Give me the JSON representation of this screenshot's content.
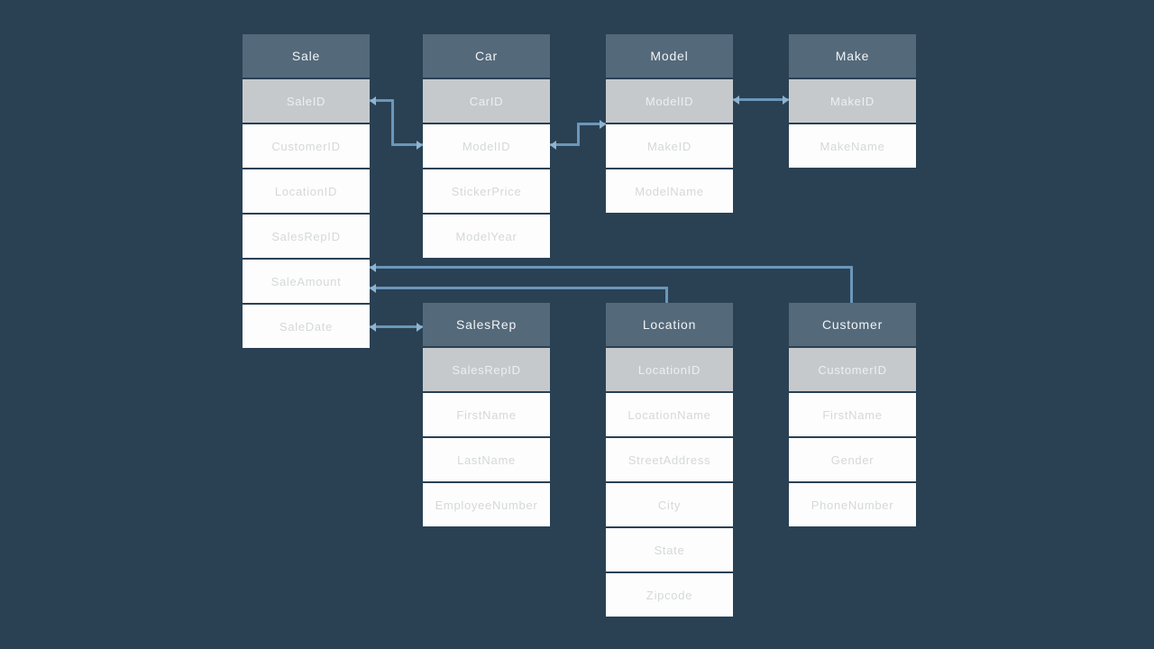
{
  "diagram_type": "entity-relationship",
  "colors": {
    "background": "#2a4154",
    "table_header_bg": "#54697a",
    "table_header_text": "#f1f4f5",
    "key_row_bg": "#c6c9cc",
    "key_row_text": "#edeff1",
    "row_bg": "#fdfdfd",
    "row_text": "#d5d8da",
    "connector_line": "#6b97b9",
    "connector_arrow": "#8fb4cf"
  },
  "diagram": {
    "tables": [
      {
        "id": "sale",
        "title": "Sale",
        "fields": [
          {
            "name": "SaleID",
            "key": true
          },
          {
            "name": "CustomerID",
            "key": false
          },
          {
            "name": "LocationID",
            "key": false
          },
          {
            "name": "SalesRepID",
            "key": false
          },
          {
            "name": "SaleAmount",
            "key": false
          },
          {
            "name": "SaleDate",
            "key": false
          }
        ]
      },
      {
        "id": "car",
        "title": "Car",
        "fields": [
          {
            "name": "CarID",
            "key": true
          },
          {
            "name": "ModelID",
            "key": false
          },
          {
            "name": "StickerPrice",
            "key": false
          },
          {
            "name": "ModelYear",
            "key": false
          }
        ]
      },
      {
        "id": "model",
        "title": "Model",
        "fields": [
          {
            "name": "ModelID",
            "key": true
          },
          {
            "name": "MakeID",
            "key": false
          },
          {
            "name": "ModelName",
            "key": false
          }
        ]
      },
      {
        "id": "make",
        "title": "Make",
        "fields": [
          {
            "name": "MakeID",
            "key": true
          },
          {
            "name": "MakeName",
            "key": false
          }
        ]
      },
      {
        "id": "salesrep",
        "title": "SalesRep",
        "fields": [
          {
            "name": "SalesRepID",
            "key": true
          },
          {
            "name": "FirstName",
            "key": false
          },
          {
            "name": "LastName",
            "key": false
          },
          {
            "name": "EmployeeNumber",
            "key": false
          }
        ]
      },
      {
        "id": "location",
        "title": "Location",
        "fields": [
          {
            "name": "LocationID",
            "key": true
          },
          {
            "name": "LocationName",
            "key": false
          },
          {
            "name": "StreetAddress",
            "key": false
          },
          {
            "name": "City",
            "key": false
          },
          {
            "name": "State",
            "key": false
          },
          {
            "name": "Zipcode",
            "key": false
          }
        ]
      },
      {
        "id": "customer",
        "title": "Customer",
        "fields": [
          {
            "name": "CustomerID",
            "key": true
          },
          {
            "name": "FirstName",
            "key": false
          },
          {
            "name": "Gender",
            "key": false
          },
          {
            "name": "PhoneNumber",
            "key": false
          }
        ]
      }
    ],
    "relationships": [
      {
        "from": "Sale.SaleID",
        "to": "Car.ModelID"
      },
      {
        "from": "Car.ModelID",
        "to": "Model.ModelID"
      },
      {
        "from": "Model.ModelID",
        "to": "Make.MakeID"
      },
      {
        "from": "Sale.SaleAmount",
        "to": "Customer.CustomerID"
      },
      {
        "from": "Sale.SaleAmount",
        "to": "Location.LocationID"
      },
      {
        "from": "Sale.SaleDate",
        "to": "SalesRep.SalesRepID"
      }
    ]
  }
}
